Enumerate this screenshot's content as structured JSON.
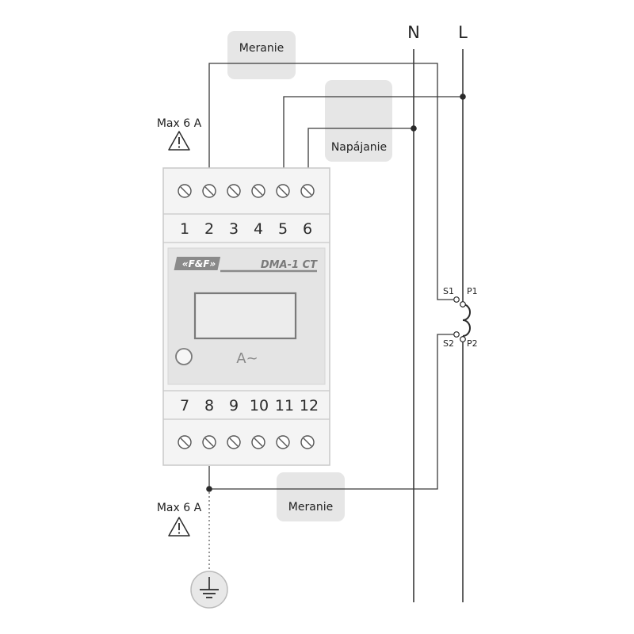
{
  "phases": {
    "neutral": "N",
    "line": "L"
  },
  "labels": {
    "measure_top": "Meranie",
    "measure_bottom": "Meranie",
    "power": "Napájanie",
    "max_current_top": "Max 6 A",
    "max_current_bottom": "Max 6 A"
  },
  "device": {
    "brand": "«F&F»",
    "model": "DMA-1 CT",
    "unit": "A~",
    "terminals_top": [
      "1",
      "2",
      "3",
      "4",
      "5",
      "6"
    ],
    "terminals_bottom": [
      "7",
      "8",
      "9",
      "10",
      "11",
      "12"
    ]
  },
  "current_transformer": {
    "s1": "S1",
    "p1": "P1",
    "s2": "S2",
    "p2": "P2"
  },
  "icons": {
    "warning": "warning-triangle-icon",
    "ground": "ground-icon",
    "screw": "screw-terminal-icon"
  },
  "colors": {
    "wire": "#3a3a3a",
    "bubble": "#e6e6e6",
    "housing": "#f4f4f4",
    "housing_border": "#c8c8c8",
    "panel": "#e4e4e4",
    "brand_bg": "#8a8a8a"
  }
}
